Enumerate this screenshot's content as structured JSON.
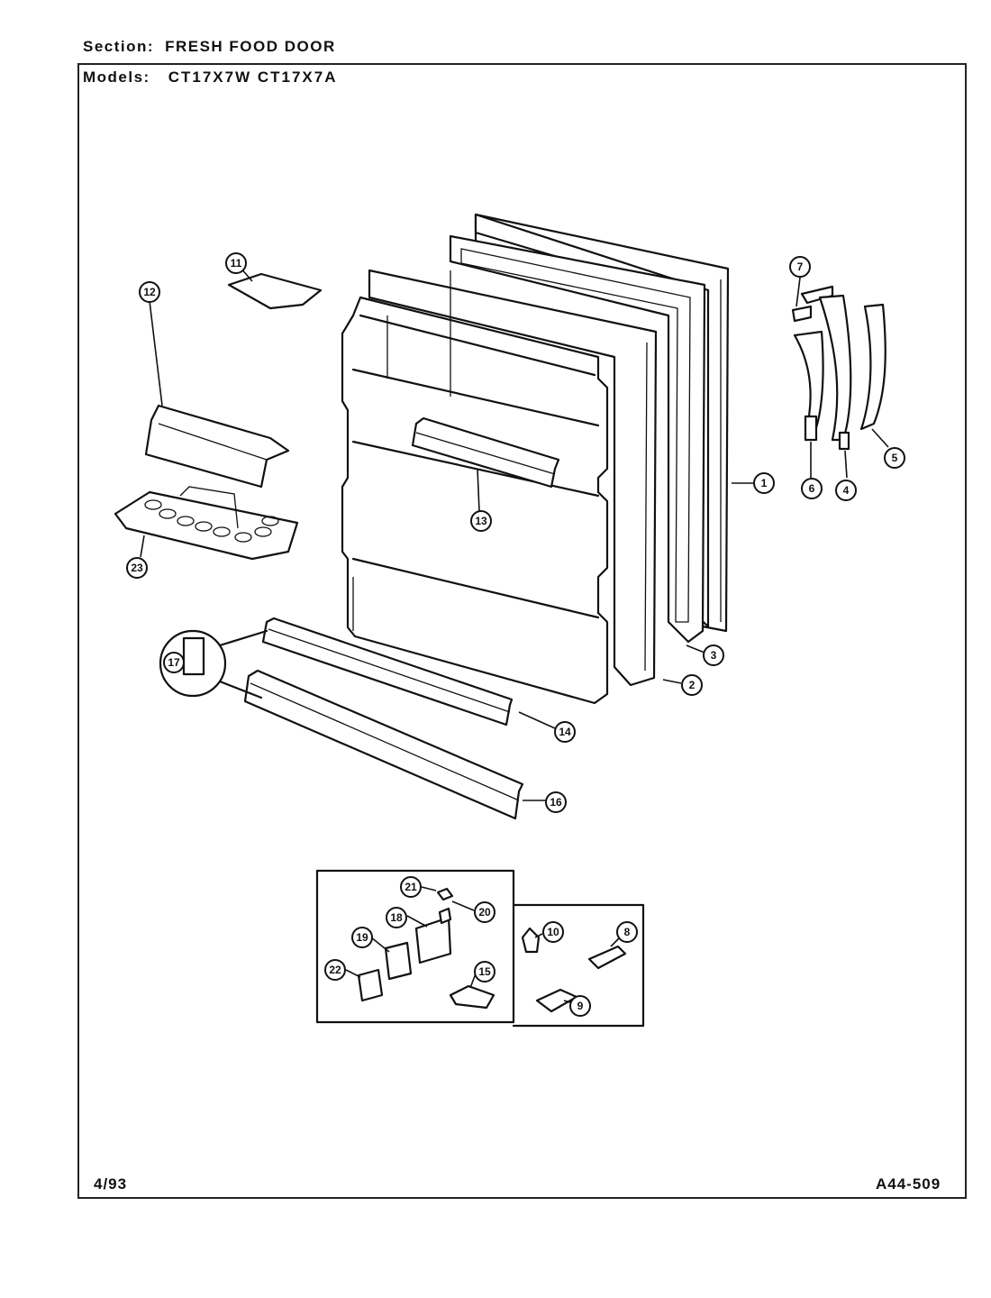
{
  "header": {
    "section_label": "Section:",
    "section_value": "FRESH FOOD DOOR",
    "models_label": "Models:",
    "models_value": "CT17X7W CT17X7A"
  },
  "footer": {
    "date": "4/93",
    "code": "A44-509"
  },
  "callouts": [
    "1",
    "2",
    "3",
    "4",
    "5",
    "6",
    "7",
    "8",
    "9",
    "10",
    "11",
    "12",
    "13",
    "14",
    "15",
    "16",
    "17",
    "18",
    "19",
    "20",
    "21",
    "22",
    "23"
  ]
}
